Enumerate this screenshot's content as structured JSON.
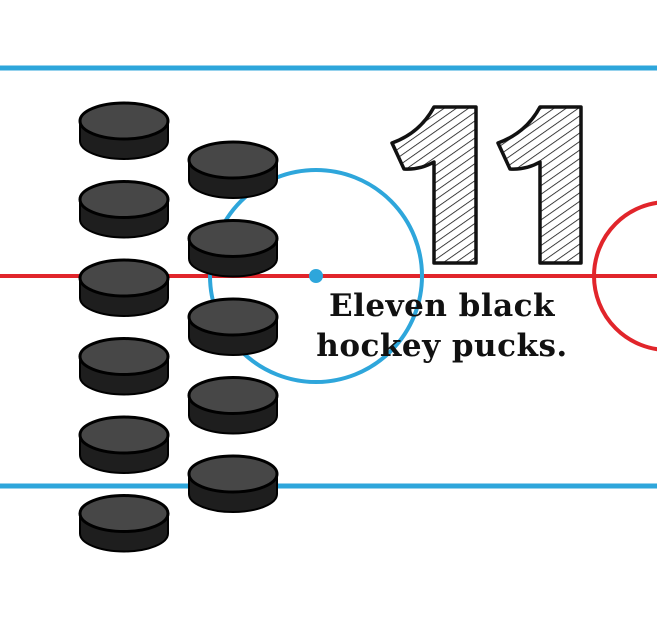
{
  "number": "11",
  "caption": {
    "line1": "Eleven black",
    "line2": "hockey pucks."
  },
  "puck_count": 11,
  "colors": {
    "blue_line": "#2ea6db",
    "red_line": "#e1252b",
    "puck_top": "#474747",
    "puck_side": "#1e1e1e",
    "puck_edge": "#000000",
    "background": "#ffffff"
  }
}
